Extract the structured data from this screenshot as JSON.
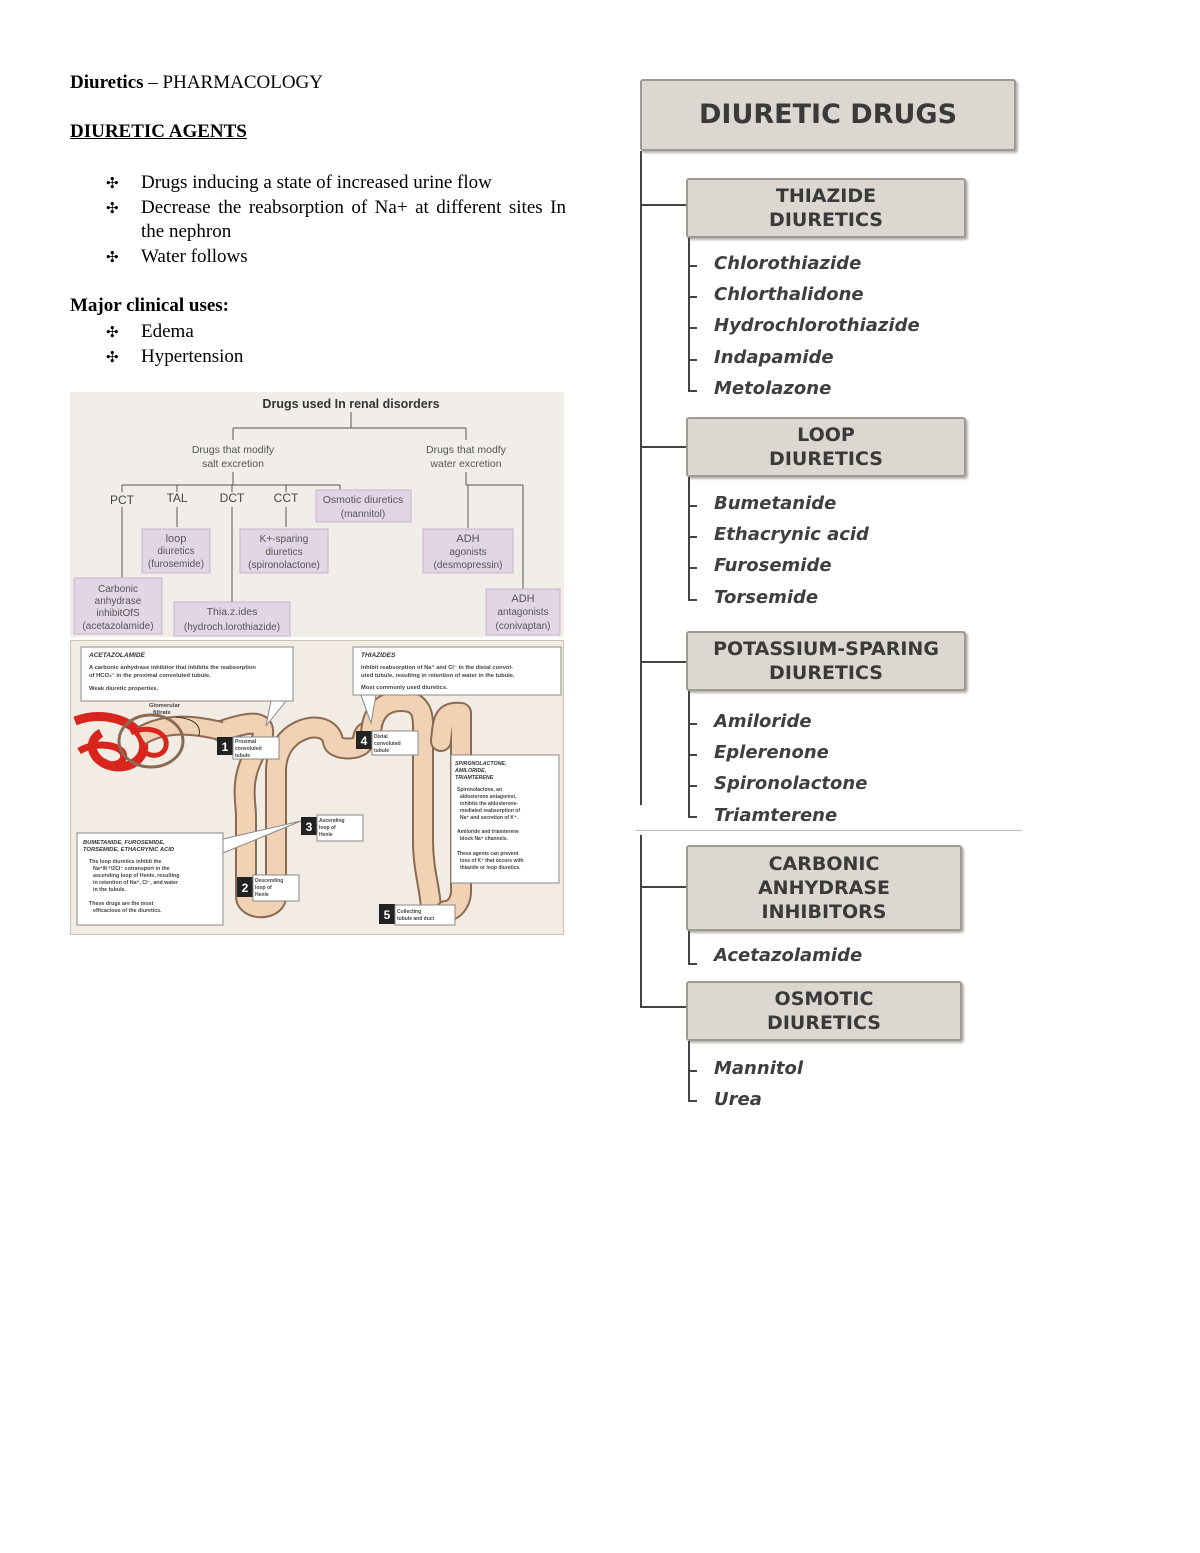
{
  "document": {
    "title_bold": "Diuretics",
    "title_rest": " – PHARMACOLOGY",
    "section_heading": "DIURETIC AGENTS",
    "bullet_mark": "✣",
    "bullets": [
      "Drugs inducing a state of increased urine flow",
      "Decrease the reabsorption of Na+ at different sites In the nephron",
      "Water follows"
    ],
    "uses_heading": "Major clinical uses:",
    "uses": [
      "Edema",
      "Hypertension"
    ]
  },
  "renal_diagram": {
    "title": "Drugs used In renal disorders",
    "salt_line1": "Drugs that modify",
    "salt_line2": "salt excretion",
    "water_line1": "Drugs that modfy",
    "water_line2": "water excretion",
    "pct": "PCT",
    "tal": "TAL",
    "dct": "DCT",
    "cct": "CCT",
    "osmotic1": "Osmotic diuretics",
    "osmotic2": "(mannitol)",
    "loop1": "loop",
    "loop2": "diuretics",
    "loop3": "(furosemide)",
    "ksparing1": "K+-sparing",
    "ksparing2": "diuretics",
    "ksparing3": "(spironolactone)",
    "adh_ag1": "ADH",
    "adh_ag2": "agonists",
    "adh_ag3": "(desmopressin)",
    "ca1": "Carbonic",
    "ca2": "anhydrase",
    "ca3": "inhibitOfS",
    "ca4": "(acetazolamide)",
    "thz1": "Thia.z.ides",
    "thz2": "(hydroch.lorothiazide)",
    "adh_ant1": "ADH",
    "adh_ant2": "antagonists",
    "adh_ant3": "(conivaptan)"
  },
  "nephron": {
    "acet_title": "ACETAZOLAMIDE",
    "acet_b1a": "A carbonic anhydrase inhibitor that inhibits the reabsorption",
    "acet_b1b": "of HCO₃⁻ in the proximal convoluted tubule.",
    "acet_b2": "Weak diuretic properties.",
    "thz_title": "THIAZIDES",
    "thz_b1a": "Inhibit reabsorption of Na⁺ and Cl⁻ in the distal convol-",
    "thz_b1b": "uted tubule, resulting in retention of water in the tubule.",
    "thz_b2": "Most commonly used diuretics.",
    "glom1": "Glomerular",
    "glom2": "filtrate",
    "seg1_num": "1",
    "seg1a": "Proximal",
    "seg1b": "convoluted",
    "seg1c": "tubule",
    "seg2_num": "2",
    "seg2a": "Descending",
    "seg2b": "loop of",
    "seg2c": "Henle",
    "seg3_num": "3",
    "seg3a": "Ascending",
    "seg3b": "loop of",
    "seg3c": "Henle",
    "seg4_num": "4",
    "seg4a": "Distal",
    "seg4b": "convoluted",
    "seg4c": "tubule",
    "seg5_num": "5",
    "seg5a": "Collecting",
    "seg5b": "tubule and duct",
    "loop_t1": "BUMETANIDE, FUROSEMIDE,",
    "loop_t2": "TORSEMIDE, ETHACRYNIC ACID",
    "loop_b1a": "The loop diuretics inhibit the",
    "loop_b1b": "Na⁺/K⁺/2Cl⁻ cotransport in the",
    "loop_b1c": "ascending loop of Henle, resulting",
    "loop_b1d": "in retention of Na⁺, Cl⁻, and water",
    "loop_b1e": "in the tubule.",
    "loop_b2a": "These drugs are the most",
    "loop_b2b": "efficacious of the diuretics.",
    "sp_t1": "SPIRONOLACTONE,",
    "sp_t2": "AMILORIDE,",
    "sp_t3": "TRIAMTERENE",
    "sp_b1a": "Spironolactone, an",
    "sp_b1b": "aldosterone antagonist,",
    "sp_b1c": "inhibits the aldosterone-",
    "sp_b1d": "mediated reabsorption of",
    "sp_b1e": "Na⁺ and secretion of K⁺.",
    "sp_b2a": "Amiloride and triamterene",
    "sp_b2b": "block Na⁺ channels.",
    "sp_b3a": "These agents can prevent",
    "sp_b3b": "loss of K⁺ that occurs with",
    "sp_b3c": "thiazide or loop diuretics."
  },
  "hierarchy": {
    "root": "DIURETIC DRUGS",
    "groups": [
      {
        "title": "THIAZIDE\nDIURETICS",
        "drugs": [
          "Chlorothiazide",
          "Chlorthalidone",
          "Hydrochlorothiazide",
          "Indapamide",
          "Metolazone"
        ]
      },
      {
        "title": "LOOP\nDIURETICS",
        "drugs": [
          "Bumetanide",
          "Ethacrynic acid",
          "Furosemide",
          "Torsemide"
        ]
      },
      {
        "title": "POTASSIUM-SPARING\nDIURETICS",
        "drugs": [
          "Amiloride",
          "Eplerenone",
          "Spironolactone",
          "Triamterene"
        ]
      },
      {
        "title": "CARBONIC\nANHYDRASE\nINHIBITORS",
        "drugs": [
          "Acetazolamide"
        ]
      },
      {
        "title": "OSMOTIC\nDIURETICS",
        "drugs": [
          "Mannitol",
          "Urea"
        ]
      }
    ]
  },
  "colors": {
    "box_fill": "#dcd7d1",
    "diagram_box": "#e2d6e6",
    "tubule": "#f2d2b4",
    "blood": "#d8261f"
  }
}
